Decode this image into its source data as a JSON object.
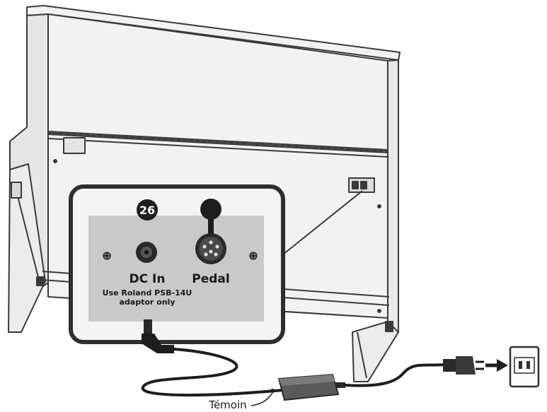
{
  "diagram": {
    "callout_number": "26",
    "dc_in_label": "DC In",
    "adaptor_note_line1": "Use Roland PSB-14U",
    "adaptor_note_line2": "adaptor only",
    "pedal_label": "Pedal",
    "indicator_label": "Témoin"
  },
  "colors": {
    "outline": "#3a3a3a",
    "panel_face": "#f2f2f2",
    "panel_shadow": "#d8d8d8",
    "jack_plate": "#c9c9c9",
    "cable": "#1e1e1e",
    "adapter_body": "#5a5a5a"
  }
}
